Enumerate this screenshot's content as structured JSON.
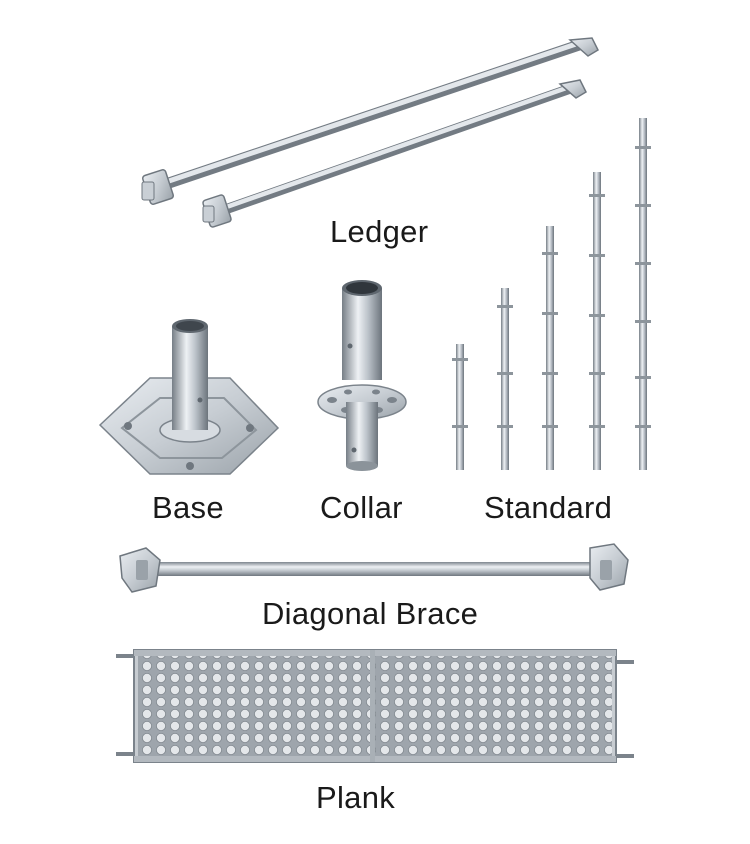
{
  "labels": {
    "ledger": "Ledger",
    "base": "Base",
    "collar": "Collar",
    "standard": "Standard",
    "diagonal_brace": "Diagonal Brace",
    "plank": "Plank"
  },
  "colors": {
    "background": "#ffffff",
    "steel_light": "#eef1f4",
    "steel_mid": "#b9c0c7",
    "steel_dark": "#7b838b",
    "label_text": "#1a1a1a"
  },
  "standard_count": 5
}
